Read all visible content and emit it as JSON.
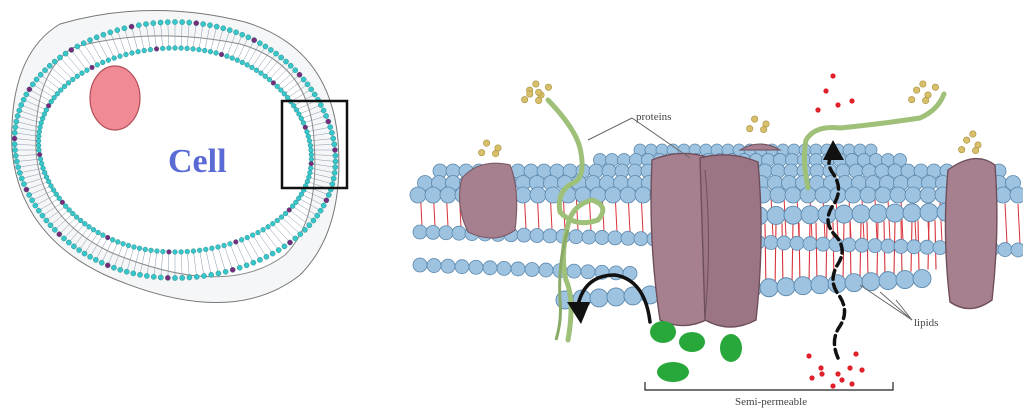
{
  "left_panel": {
    "cell_label": "Cell",
    "label_color": "#5b6bd6"
  },
  "right_panel": {
    "labels": {
      "proteins": "proteins",
      "lipids": "lipids",
      "semi_permeable": "Semi-permeable"
    }
  },
  "colors": {
    "lipid_head": "#9ec3e0",
    "lipid_head_stroke": "#5b88ad",
    "lipid_tail": "#d8323a",
    "protein": "#a6808f",
    "protein_dark": "#7d5b68",
    "glyco_chain": "#9fc079",
    "sugar": "#d8c06a",
    "nucleus": "#f08a94",
    "cell_head": "#37c6c9",
    "cell_head_alt": "#7a2a7a",
    "small_molecule": "#e0202a",
    "large_molecule": "#28a83a",
    "arrow": "#111111"
  }
}
